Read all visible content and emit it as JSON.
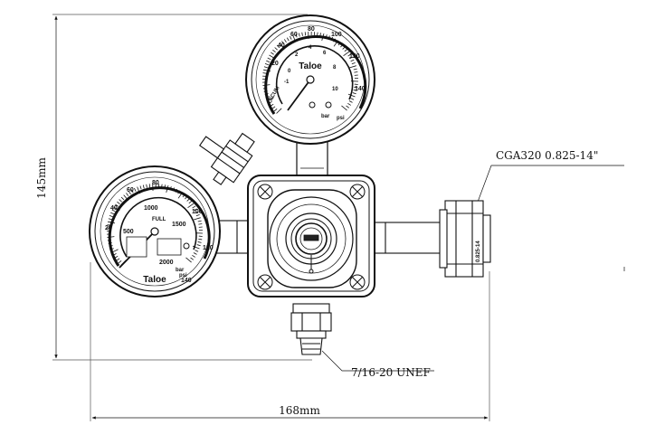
{
  "dimensions": {
    "height": "145mm",
    "width": "168mm"
  },
  "callouts": {
    "inlet_thread": "CGA320 0.825-14\"",
    "outlet_thread": "7/16-20 UNEF"
  },
  "gauge_top": {
    "brand": "Taloe",
    "outer_scale": [
      "20",
      "40",
      "60",
      "80",
      "100",
      "120",
      "140"
    ],
    "inner_scale": [
      "-1",
      "0",
      "2",
      "4",
      "6",
      "8",
      "10"
    ],
    "units": [
      "bar",
      "psi"
    ],
    "label": "ECUM"
  },
  "gauge_left": {
    "brand": "Taloe",
    "outer_scale": [
      "20",
      "40",
      "60",
      "80",
      "100",
      "120",
      "140"
    ],
    "inner_scale": [
      "500",
      "1000",
      "1500",
      "2000"
    ],
    "fill_label": "FULL",
    "units": [
      "bar",
      "psi"
    ]
  },
  "inlet_nut_marking": "0.825-14"
}
